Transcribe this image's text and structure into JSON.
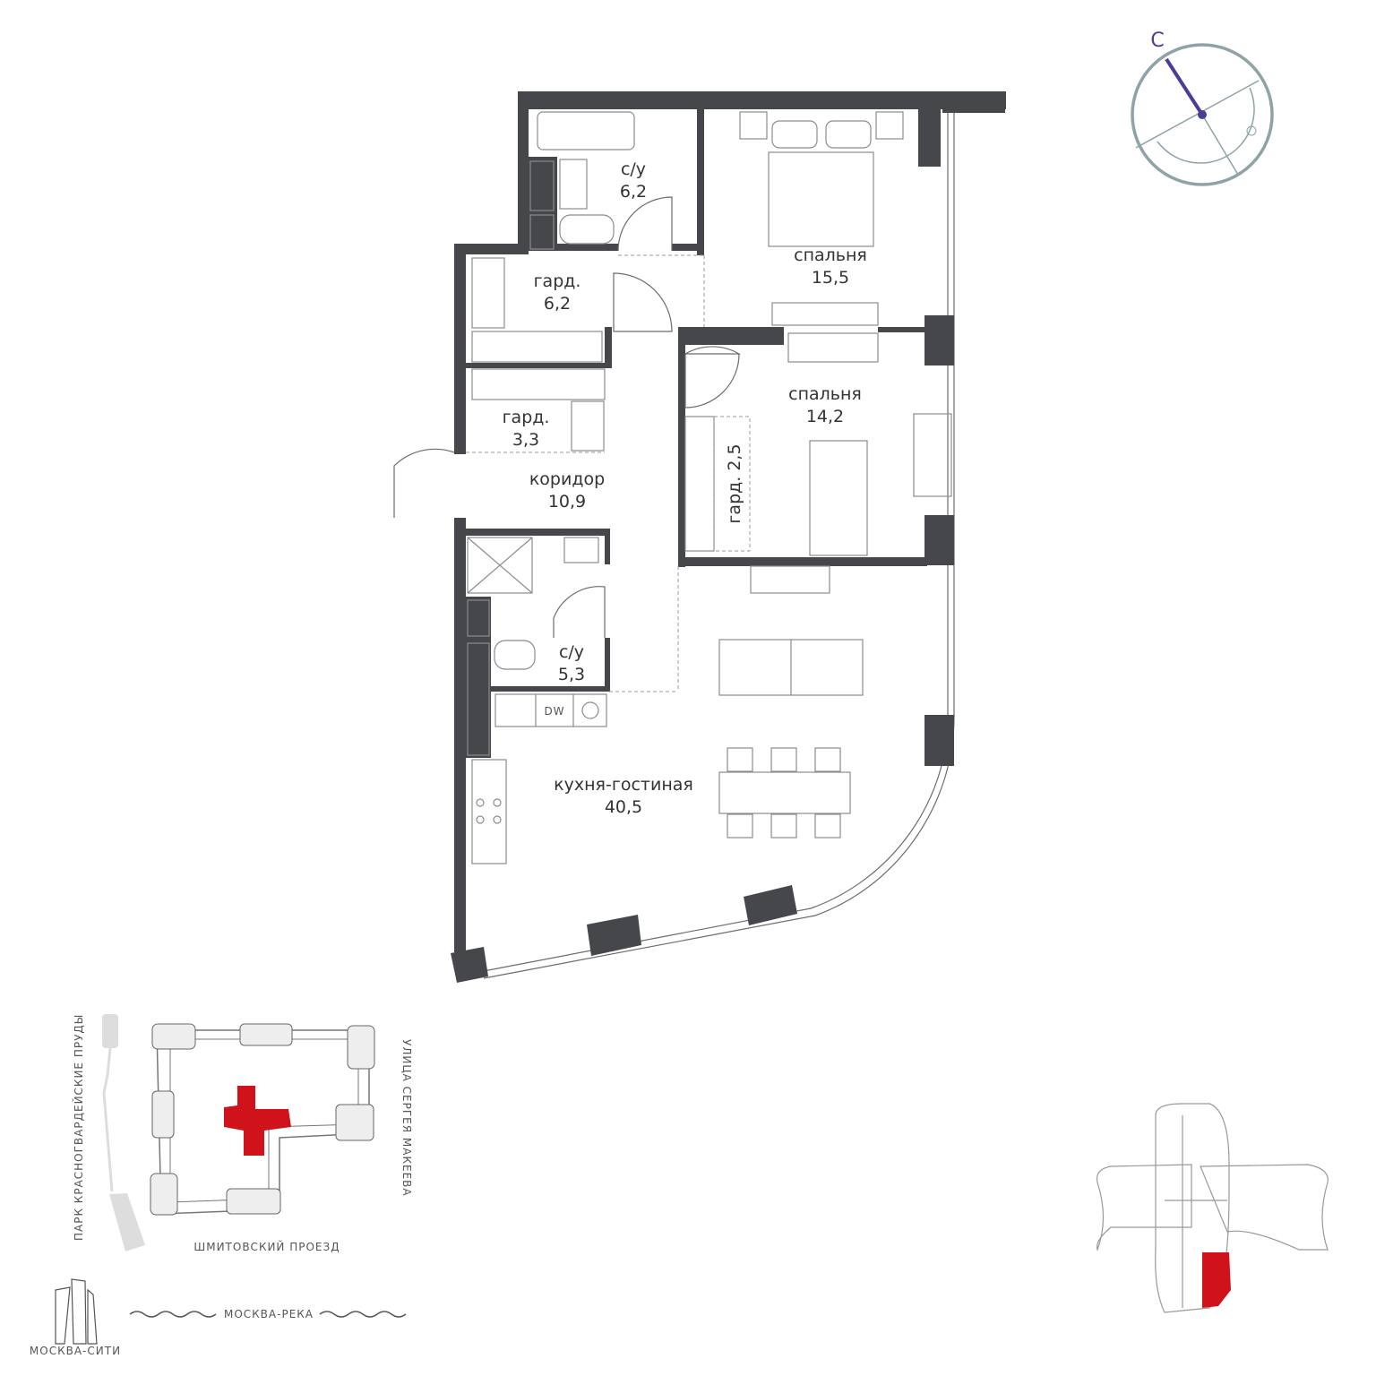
{
  "rooms": [
    {
      "name": "с/у",
      "area": "6,2"
    },
    {
      "name": "спальня",
      "area": "15,5"
    },
    {
      "name": "гард.",
      "area": "6,2"
    },
    {
      "name": "спальня",
      "area": "14,2"
    },
    {
      "name": "гард.",
      "area": "3,3"
    },
    {
      "name": "гард. 2,5"
    },
    {
      "name": "коридор",
      "area": "10,9"
    },
    {
      "name": "с/у",
      "area": "5,3"
    },
    {
      "name": "кухня-гостиная",
      "area": "40,5"
    }
  ],
  "appliance_label": "DW",
  "compass": {
    "north_letter": "С",
    "north_color": "#4a3d9a",
    "ring_color": "#8fa3a6"
  },
  "site_plan": {
    "park": "ПАРК КРАСНОГВАРДЕЙСКИЕ ПРУДЫ",
    "street_right": "УЛИЦА СЕРГЕЯ МАКЕЕВА",
    "street_bottom": "ШМИТОВСКИЙ ПРОЕЗД",
    "river": "МОСКВА-РЕКА",
    "landmark": "МОСКВА-СИТИ",
    "highlight_color": "#d0121b"
  }
}
